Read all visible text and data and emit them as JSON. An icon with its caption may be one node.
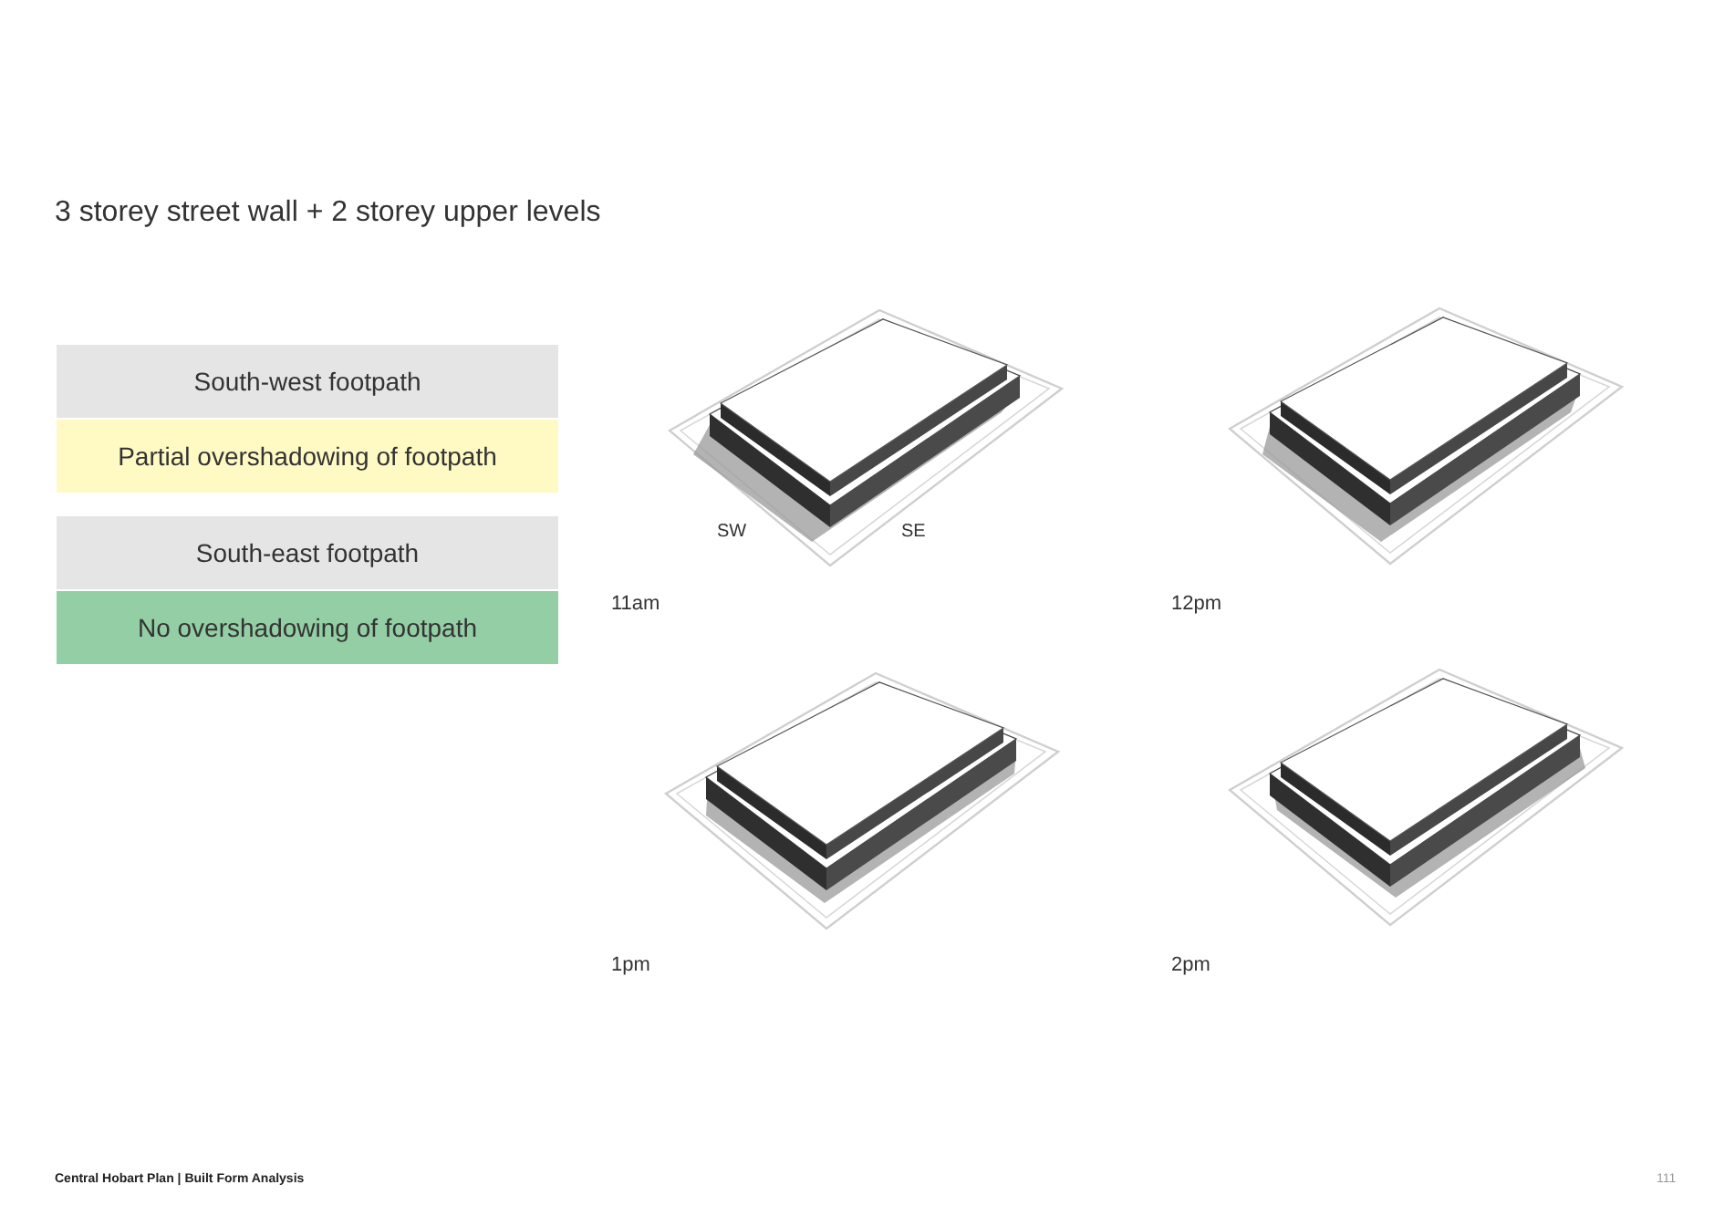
{
  "diagram": {
    "title": "3 storey street wall + 2 storey upper levels",
    "nodes": [
      {
        "text": [
          "South-west footpath"
        ]
      },
      {
        "text": [
          "Partial overshadowing of footpath"
        ]
      },
      {
        "text": [
          "South-east footpath"
        ]
      },
      {
        "text": [
          "No overshadowing of footpath"
        ]
      }
    ],
    "labels": [
      "SW",
      "SE",
      "11am",
      "12pm",
      "1pm",
      "2pm",
      "Central Hobart Plan | Built Form Analysis",
      "111"
    ]
  }
}
